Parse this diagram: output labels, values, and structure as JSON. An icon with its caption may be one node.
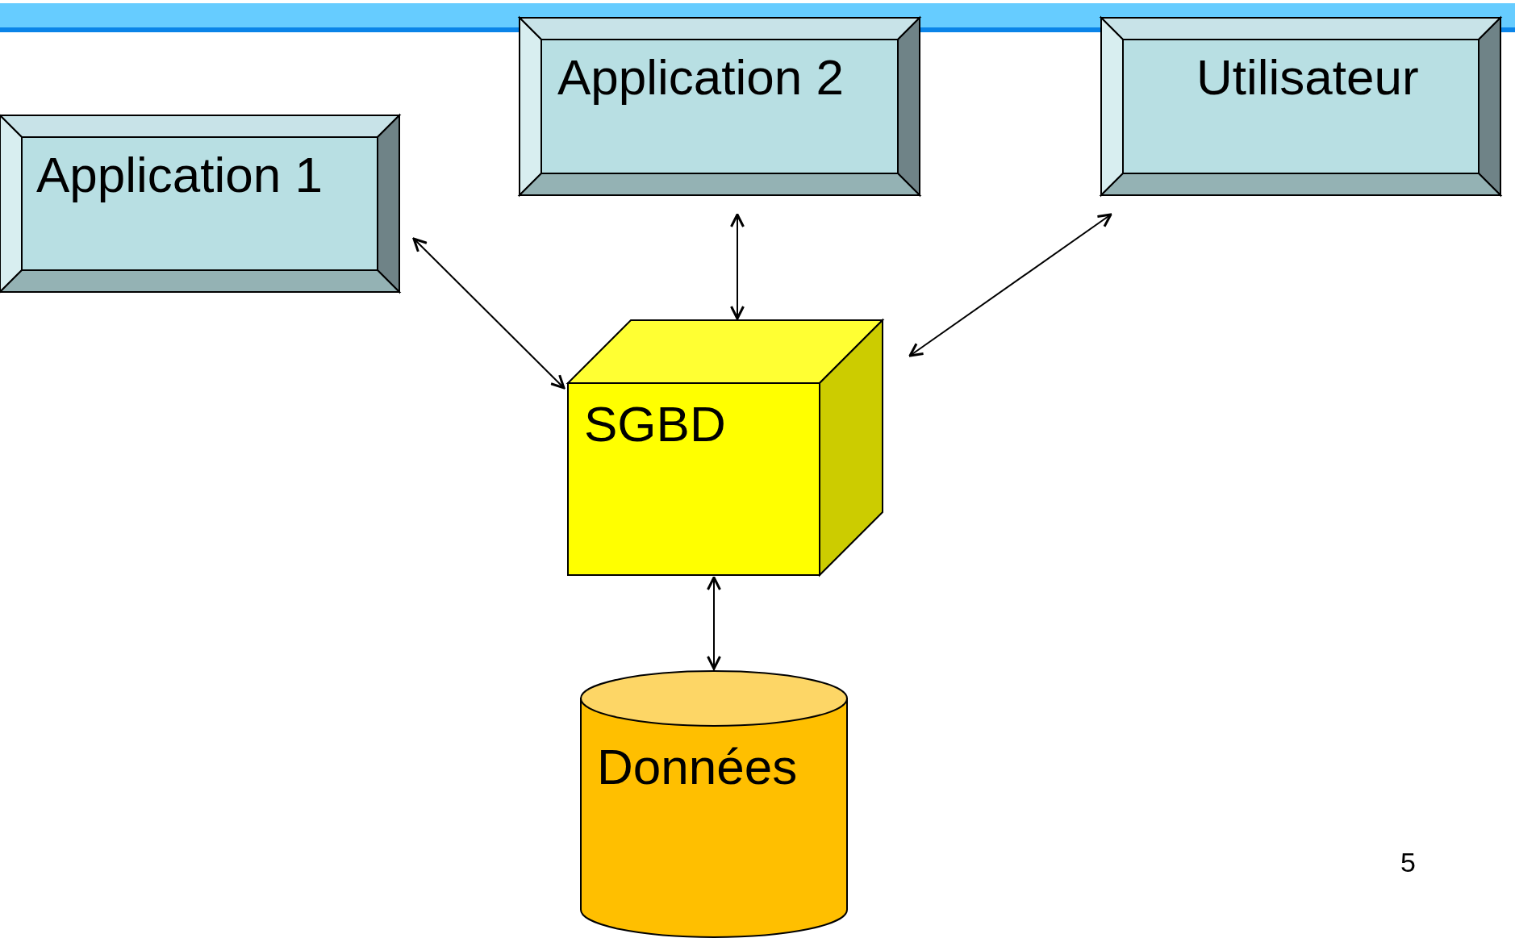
{
  "diagram": {
    "nodes": [
      {
        "text": [
          "Application 1"
        ]
      },
      {
        "text": [
          "Application 2"
        ]
      },
      {
        "text": [
          "Utilisateur"
        ]
      },
      {
        "text": [
          "SGBD"
        ]
      },
      {
        "text": [
          "Données"
        ]
      }
    ],
    "edges": [
      {
        "from": 0,
        "to": 3,
        "arrow": "both"
      },
      {
        "from": 1,
        "to": 3,
        "arrow": "both"
      },
      {
        "from": 2,
        "to": 3,
        "arrow": "both"
      },
      {
        "from": 3,
        "to": 4,
        "arrow": "both"
      }
    ],
    "labels": [
      "5"
    ]
  }
}
